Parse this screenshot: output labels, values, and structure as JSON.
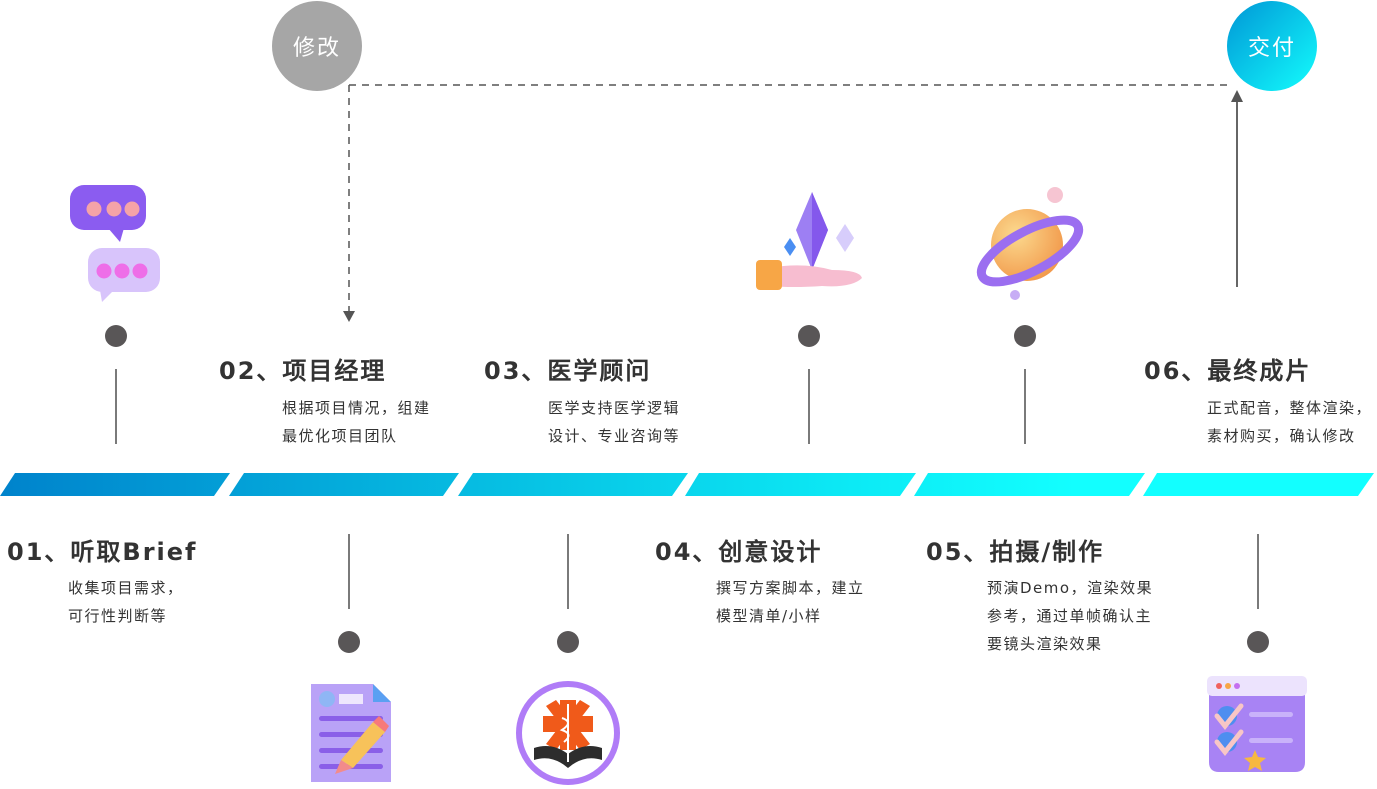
{
  "badges": {
    "revise": {
      "label": "修改",
      "color": "#a6a6a6"
    },
    "deliver": {
      "label": "交付",
      "gradient": [
        "#0096d6",
        "#13fdfd"
      ]
    }
  },
  "timeline": {
    "segment_colors": [
      "#0a8fd3",
      "#06b4e0",
      "#08d0ea",
      "#0ae6f3",
      "#10fbfd",
      "#12ffff"
    ]
  },
  "steps": [
    {
      "title": "01、听取Brief",
      "desc": [
        "收集项目需求，",
        "可行性判断等"
      ],
      "icon": "chat-bubbles-icon"
    },
    {
      "title": "02、项目经理",
      "desc": [
        "根据项目情况，组建",
        "最优化项目团队"
      ],
      "icon": "document-edit-icon"
    },
    {
      "title": "03、医学顾问",
      "desc": [
        "医学支持医学逻辑",
        "设计、专业咨询等"
      ],
      "icon": "medical-book-icon"
    },
    {
      "title": "04、创意设计",
      "desc": [
        "撰写方案脚本，建立",
        "模型清单/小样"
      ],
      "icon": "hand-crystal-icon"
    },
    {
      "title": "05、拍摄/制作",
      "desc": [
        "预演Demo，渲染效果",
        "参考，通过单帧确认主",
        "要镜头渲染效果"
      ],
      "icon": "planet-icon"
    },
    {
      "title": "06、最终成片",
      "desc": [
        "正式配音，整体渲染，",
        "素材购买，确认修改"
      ],
      "icon": "checklist-window-icon"
    }
  ]
}
